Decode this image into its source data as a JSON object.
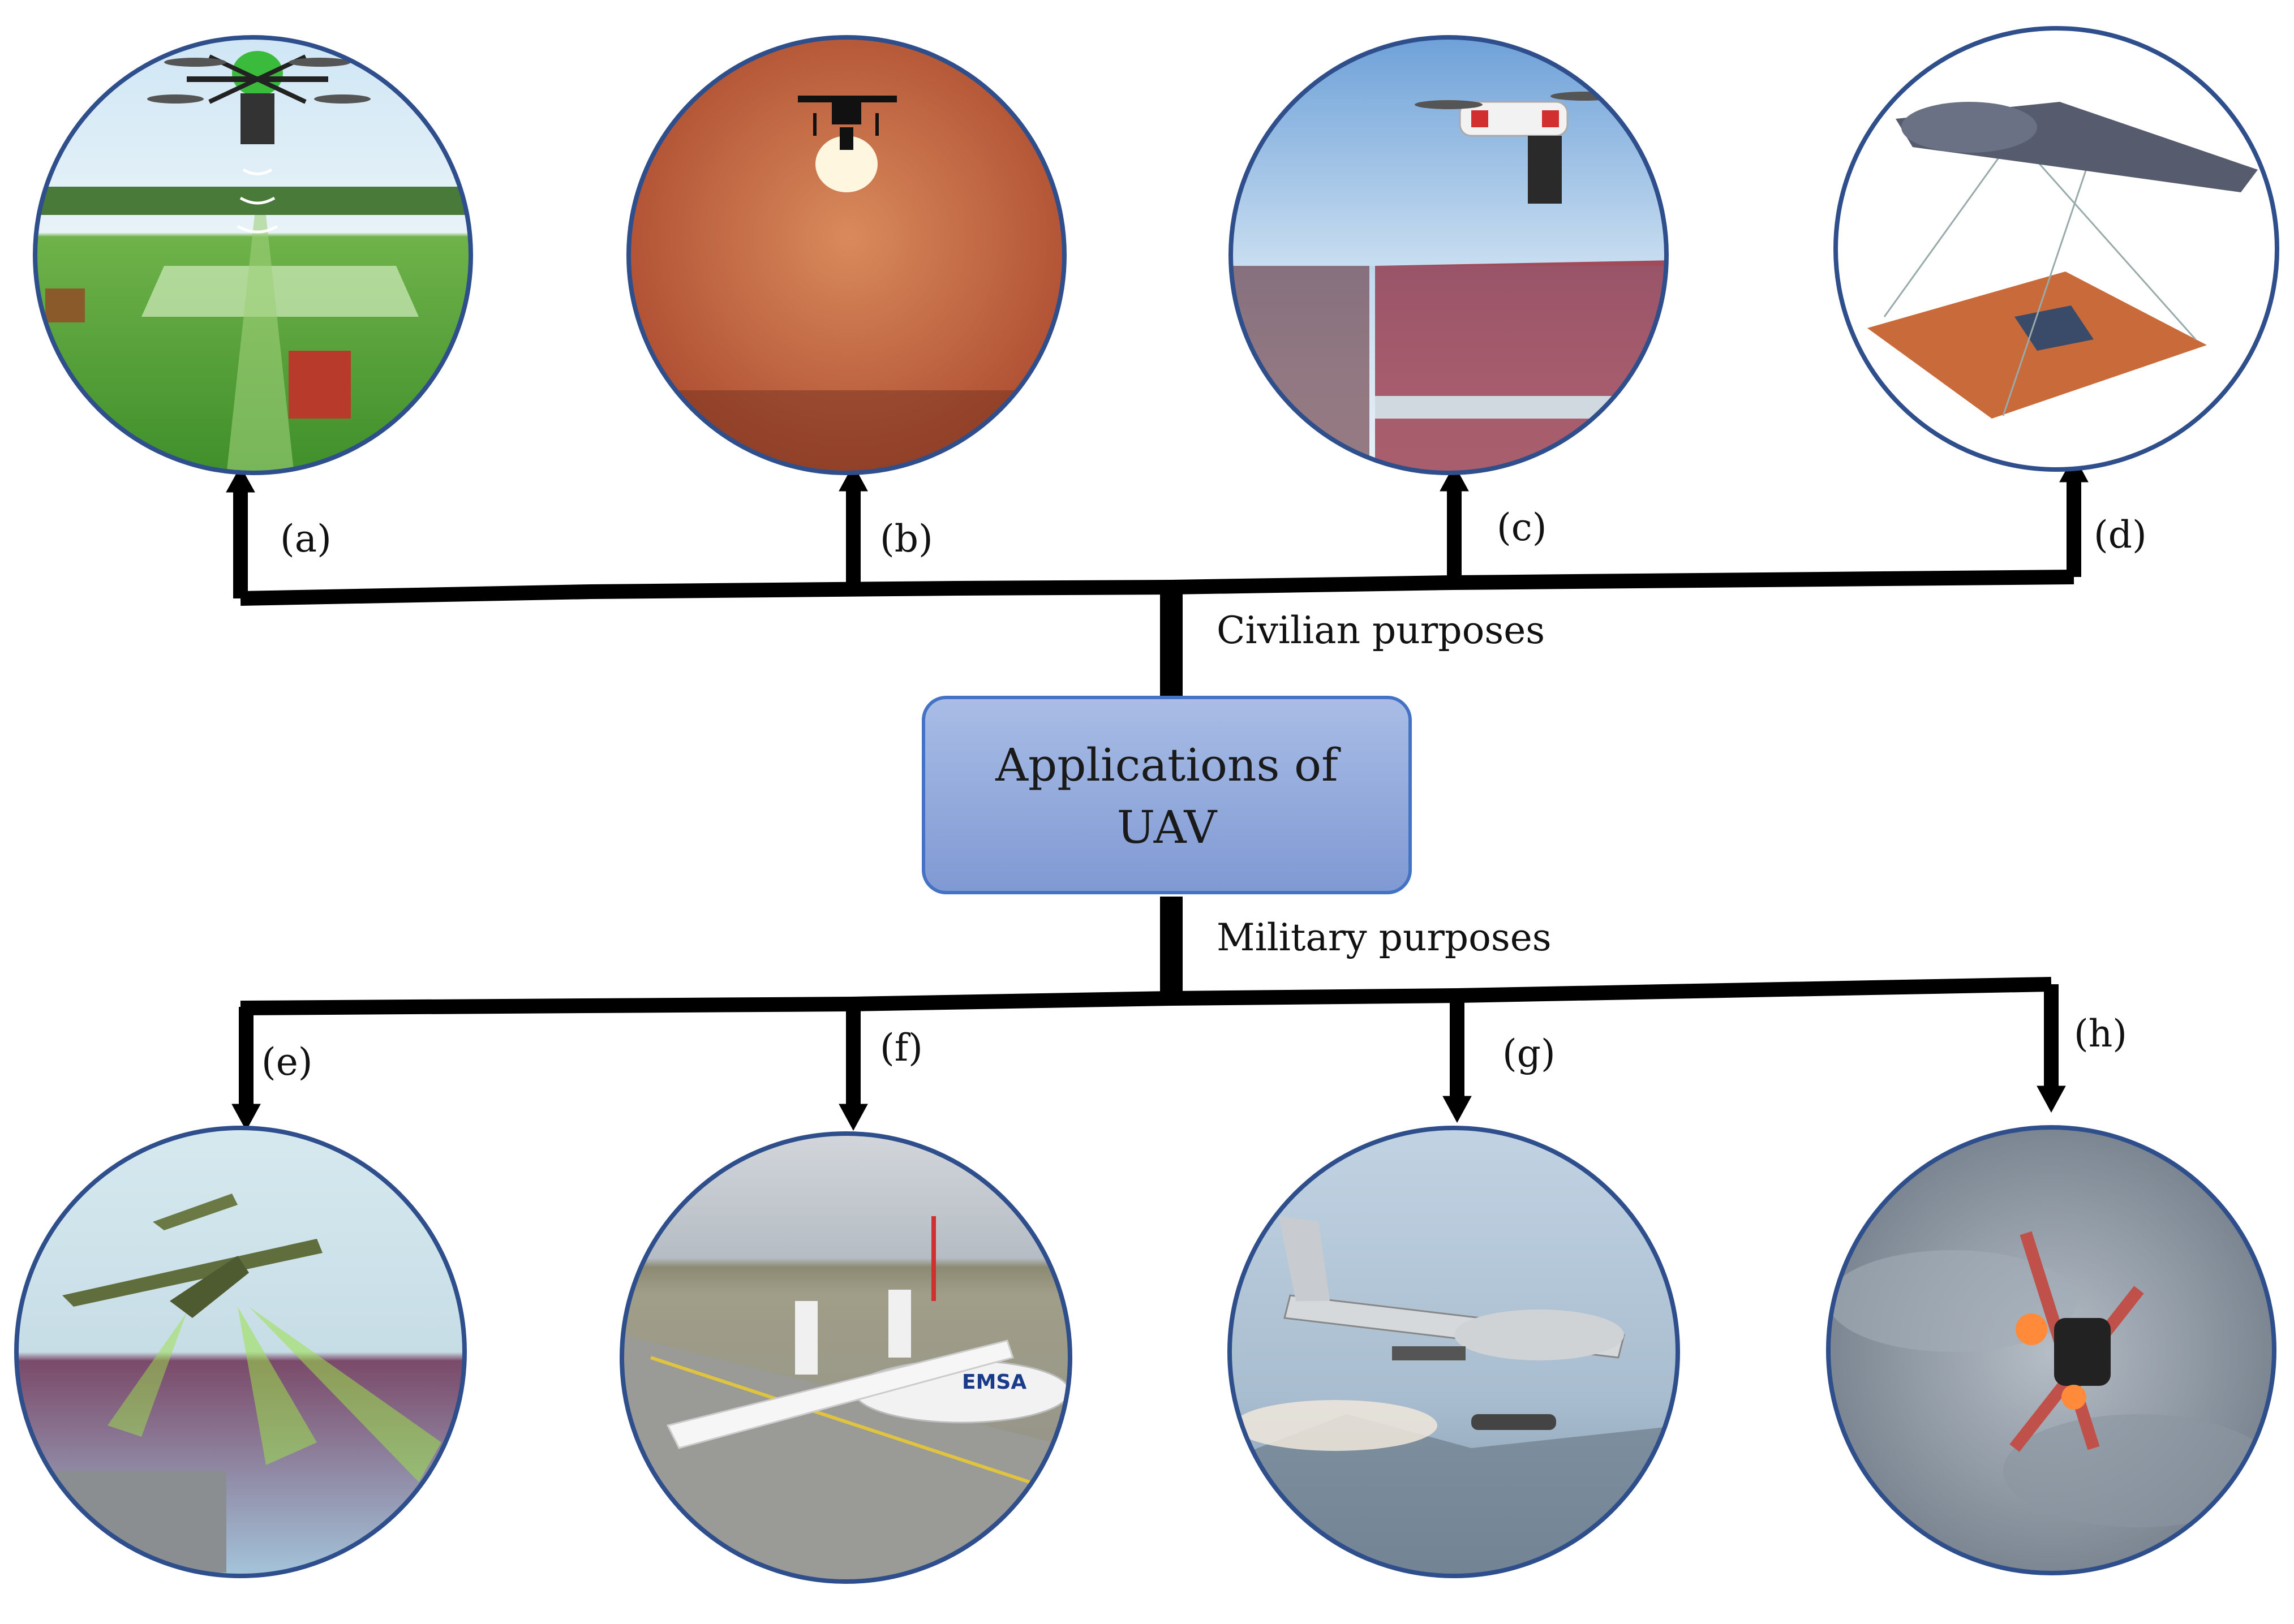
{
  "center": {
    "line1": "Applications of",
    "line2": "UAV"
  },
  "branches": {
    "civilian": "Civilian purposes",
    "military": "Military purposes"
  },
  "panels": [
    {
      "label": "(a)",
      "icon": "agricultural-spraying-drone-image"
    },
    {
      "label": "(b)",
      "icon": "drone-silhouette-sunset-image"
    },
    {
      "label": "(c)",
      "icon": "stadium-camera-drone-image"
    },
    {
      "label": "(d)",
      "icon": "fixed-wing-mapping-drone-image"
    },
    {
      "label": "(e)",
      "icon": "surveillance-uav-scanning-image"
    },
    {
      "label": "(f)",
      "icon": "emsa-drone-runway-image"
    },
    {
      "label": "(g)",
      "icon": "armed-drone-missile-image"
    },
    {
      "label": "(h)",
      "icon": "drone-firing-clouds-image"
    }
  ],
  "colors": {
    "line": "#000000",
    "box_fill": "#8fa8dc",
    "box_stroke": "#4472c4",
    "circle_stroke": "#2f4e8c"
  }
}
